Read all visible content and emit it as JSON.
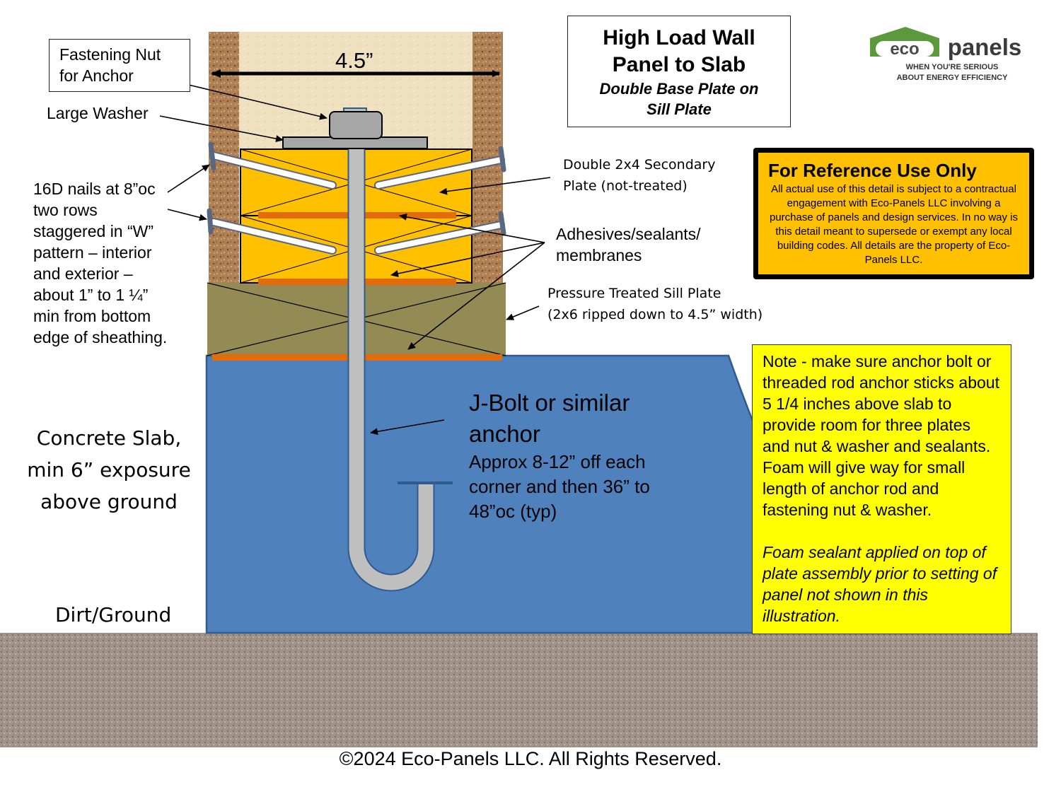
{
  "title": {
    "main": "High Load Wall\nPanel to Slab",
    "sub": "Double Base Plate on\nSill Plate"
  },
  "logo": {
    "eco": "eco",
    "panels": "panels",
    "tagline_1": "WHEN YOU'RE SERIOUS",
    "tagline_2": "ABOUT ENERGY EFFICIENCY"
  },
  "reference": {
    "title": "For Reference Use Only",
    "body": "All actual use of this detail is subject to a contractual engagement with Eco-Panels LLC involving a purchase of panels and design services.  In no way is this detail meant to supersede or exempt any local building codes. All details are the property of Eco-Panels LLC."
  },
  "labels": {
    "width": "4.5”",
    "fastening_nut": "Fastening Nut\nfor Anchor",
    "large_washer": "Large Washer",
    "nails": "16D nails at 8”oc\ntwo rows\nstaggered in “W”\npattern – interior\nand exterior –\nabout 1” to 1 ¼”\nmin from bottom\nedge of sheathing.",
    "double_plate": "Double 2x4 Secondary\nPlate (not-treated)",
    "adhesives": "Adhesives/sealants/\nmembranes",
    "sill_plate": "Pressure Treated Sill Plate\n(2x6 ripped down to 4.5” width)",
    "jbolt_title": "J-Bolt or similar\nanchor",
    "jbolt_detail": "Approx 8-12” off each\ncorner and then 36” to\n48”oc (typ)",
    "slab": "Concrete Slab,\nmin 6” exposure\nabove ground",
    "ground": "Dirt/Ground"
  },
  "note": {
    "body": "Note - make sure anchor bolt or threaded rod anchor sticks about 5 1/4 inches above slab to provide room for three plates and nut & washer and sealants.  Foam will give way for small length of anchor rod and fastening nut & washer.",
    "italic": "Foam sealant applied on top of plate assembly prior to setting of panel not shown in this illustration."
  },
  "copyright": "©2024 Eco-Panels LLC. All Rights Reserved.",
  "colors": {
    "slab": "#4f81bd",
    "slab_edge": "#2f5b8f",
    "plate": "#ffc000",
    "sill": "#948a54",
    "sealant": "#e36c09",
    "bolt": "#bfbfbf",
    "foam": "#f0e2c0",
    "osb": "#b8895a",
    "ground": "#9d8f86",
    "logo_green": "#5a9a3c",
    "note_yellow": "#ffff00"
  }
}
